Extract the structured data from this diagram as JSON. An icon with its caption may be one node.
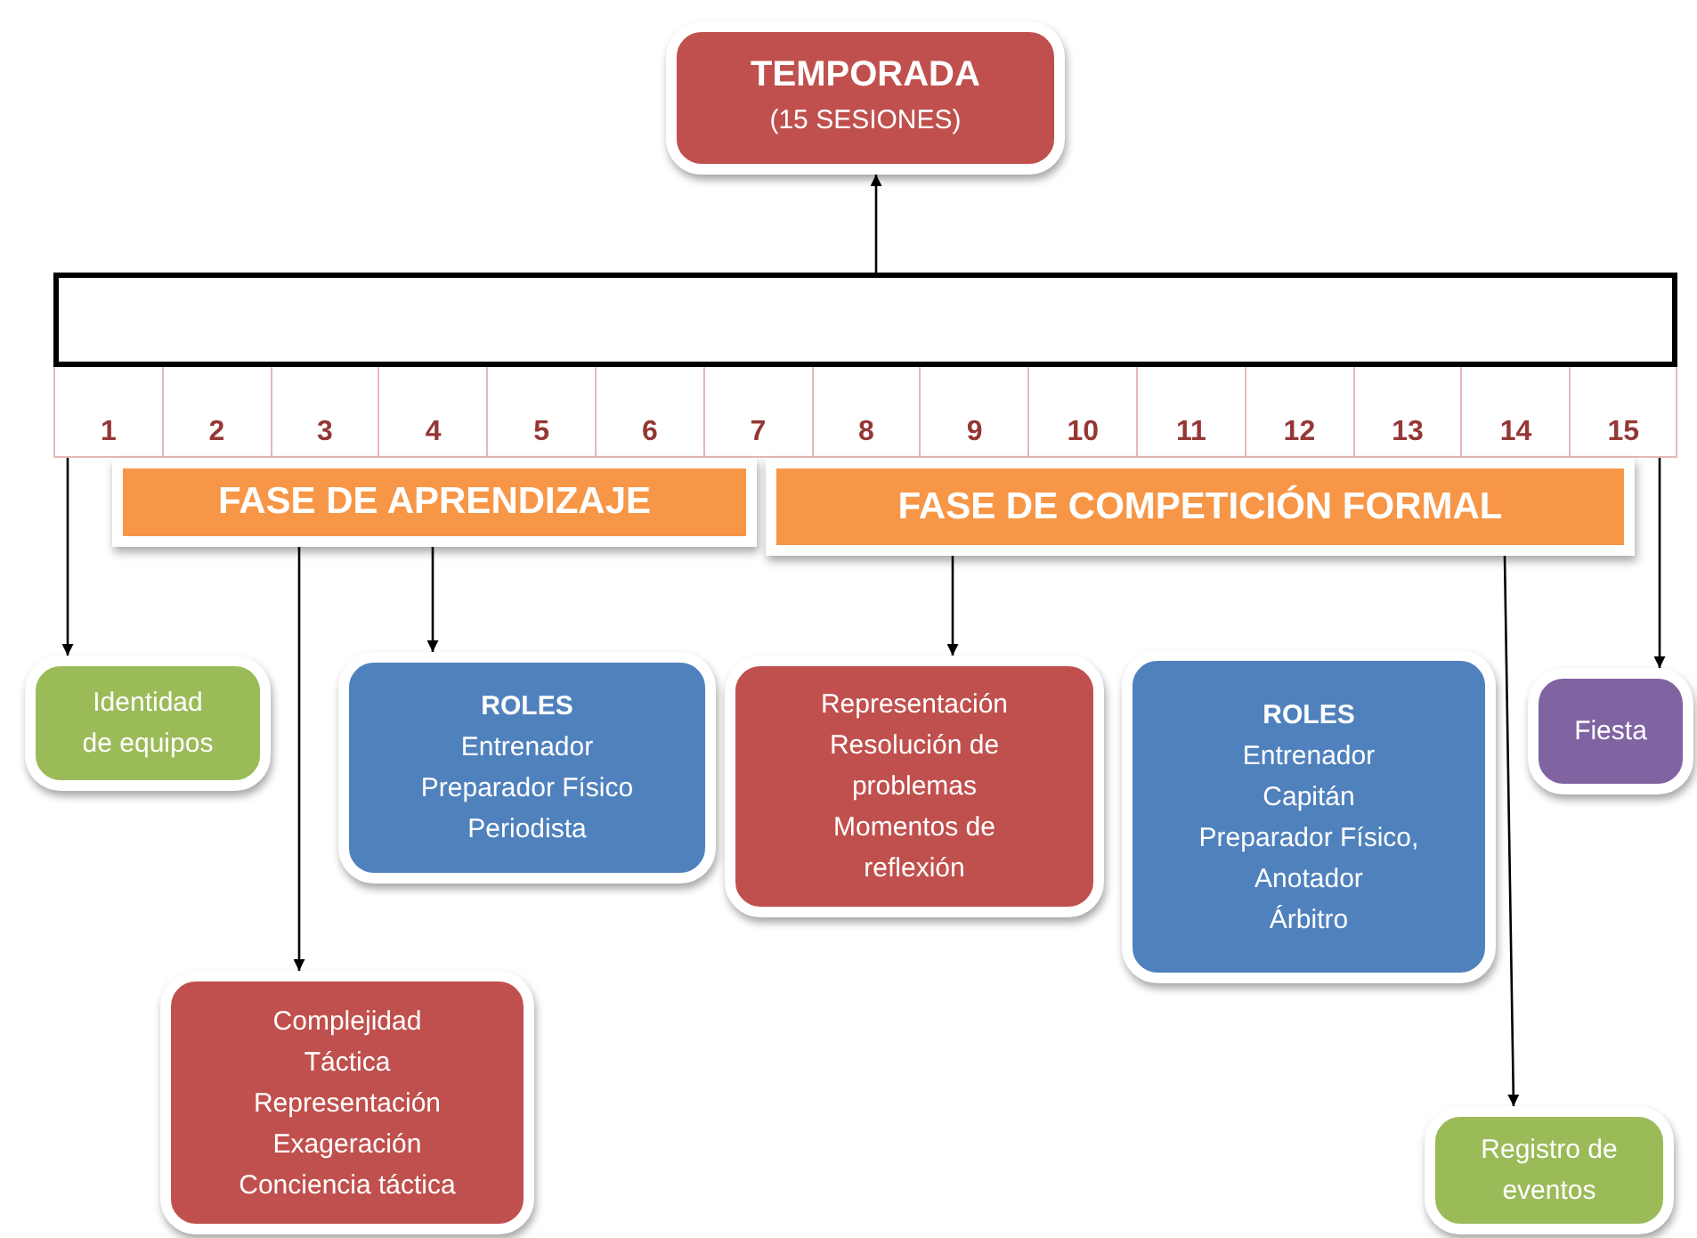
{
  "diagram": {
    "nodes": [
      {
        "text": [
          "TEMPORADA",
          "(15 SESIONES)"
        ]
      },
      {
        "text": [],
        "shape": "bar"
      },
      {
        "text": [
          "1"
        ]
      },
      {
        "text": [
          "2"
        ]
      },
      {
        "text": [
          "3"
        ]
      },
      {
        "text": [
          "4"
        ]
      },
      {
        "text": [
          "5"
        ]
      },
      {
        "text": [
          "6"
        ]
      },
      {
        "text": [
          "7"
        ]
      },
      {
        "text": [
          "8"
        ]
      },
      {
        "text": [
          "9"
        ]
      },
      {
        "text": [
          "10"
        ]
      },
      {
        "text": [
          "11"
        ]
      },
      {
        "text": [
          "12"
        ]
      },
      {
        "text": [
          "13"
        ]
      },
      {
        "text": [
          "14"
        ]
      },
      {
        "text": [
          "15"
        ]
      },
      {
        "text": [
          "FASE DE APRENDIZAJE"
        ]
      },
      {
        "text": [
          "FASE DE COMPETICIÓN FORMAL"
        ]
      },
      {
        "text": [
          "Identidad de equipos"
        ]
      },
      {
        "text": [
          "ROLES",
          "Entrenador",
          "Preparador Físico",
          "Periodista"
        ]
      },
      {
        "text": [
          "Complejidad",
          "Táctica",
          "Representación",
          "Exageración",
          "Conciencia táctica"
        ]
      },
      {
        "text": [
          "Representación",
          "Resolución de problemas",
          "Momentos de reflexión"
        ]
      },
      {
        "text": [
          "ROLES",
          "Entrenador",
          "Capitán",
          "Preparador Físico,",
          "Anotador",
          "Árbitro"
        ]
      },
      {
        "text": [
          "Fiesta"
        ]
      },
      {
        "text": [
          "Registro de eventos"
        ]
      }
    ],
    "edges": [
      {
        "from": 1,
        "to": 0,
        "arrow": "to"
      },
      {
        "from": 2,
        "to": 19,
        "arrow": "to"
      },
      {
        "from": 16,
        "to": 24,
        "arrow": "to"
      },
      {
        "from": 17,
        "to": 21,
        "arrow": "to"
      },
      {
        "from": 17,
        "to": 20,
        "arrow": "to"
      },
      {
        "from": 18,
        "to": 22,
        "arrow": "to"
      },
      {
        "from": 18,
        "to": 25,
        "arrow": "to"
      }
    ]
  }
}
